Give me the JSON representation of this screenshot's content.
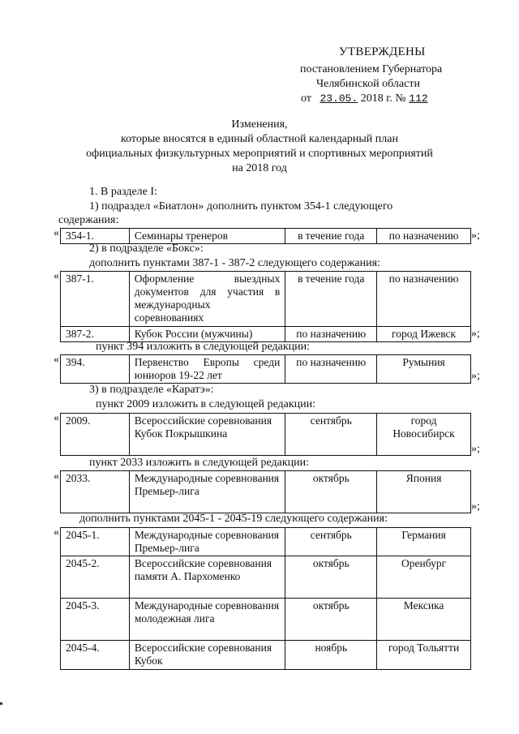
{
  "header": {
    "approved": "УТВЕРЖДЕНЫ",
    "line1": "постановлением Губернатора",
    "line2": "Челябинской области",
    "date_prefix": "от",
    "date": "23.05.",
    "year": "2018 г. №",
    "number": "112"
  },
  "title": {
    "l1": "Изменения,",
    "l2": "которые вносятся в единый областной календарный план",
    "l3": "официальных физкультурных мероприятий и спортивных мероприятий",
    "l4": "на 2018 год"
  },
  "text": {
    "s1": "1. В разделе I:",
    "s2a": "1)  подраздел  «Биатлон»  дополнить  пунктом  354-1  следующего",
    "s2b": "содержания:",
    "s3": "2) в подразделе «Бокс»:",
    "s4": "дополнить пунктами 387-1 - 387-2 следующего содержания:",
    "s5": "пункт 394 изложить в следующей редакции:",
    "s6": "3) в подразделе «Каратэ»:",
    "s7": "пункт 2009 изложить в следующей редакции:",
    "s8": "пункт 2033 изложить в следующей редакции:",
    "s9": "дополнить пунктами 2045-1 - 2045-19 следующего содержания:"
  },
  "marks": {
    "open": "«",
    "close": "»;"
  },
  "tables": {
    "t1": [
      {
        "num": "354-1.",
        "name": "Семинары тренеров",
        "when": "в течение года",
        "where": "по назначению"
      }
    ],
    "t2": [
      {
        "num": "387-1.",
        "name": "Оформление выездных документов для участия в международных соревнованиях",
        "when": "в течение года",
        "where": "по назначению"
      },
      {
        "num": "387-2.",
        "name": "Кубок России (мужчины)",
        "when": "по назначению",
        "where": "город Ижевск"
      }
    ],
    "t3": [
      {
        "num": "394.",
        "name": "Первенство Европы среди юниоров 19-22 лет",
        "when": "по назначению",
        "where": "Румыния"
      }
    ],
    "t4": [
      {
        "num": "2009.",
        "name": "Всероссийские соревнования Кубок Покрышкина",
        "when": "сентябрь",
        "where": "город Новосибирск"
      }
    ],
    "t5": [
      {
        "num": "2033.",
        "name": "Международные соревнования Премьер-лига",
        "when": "октябрь",
        "where": "Япония"
      }
    ],
    "t6": [
      {
        "num": "2045-1.",
        "name": "Международные соревнования Премьер-лига",
        "when": "сентябрь",
        "where": "Германия"
      },
      {
        "num": "2045-2.",
        "name": "Всероссийские соревнования памяти А. Пархоменко",
        "when": "октябрь",
        "where": "Оренбург"
      },
      {
        "num": "2045-3.",
        "name": "Международные соревнования молодежная лига",
        "when": "октябрь",
        "where": "Мексика"
      },
      {
        "num": "2045-4.",
        "name": "Всероссийские соревнования Кубок",
        "when": "ноябрь",
        "where": "город Тольятти"
      }
    ]
  }
}
